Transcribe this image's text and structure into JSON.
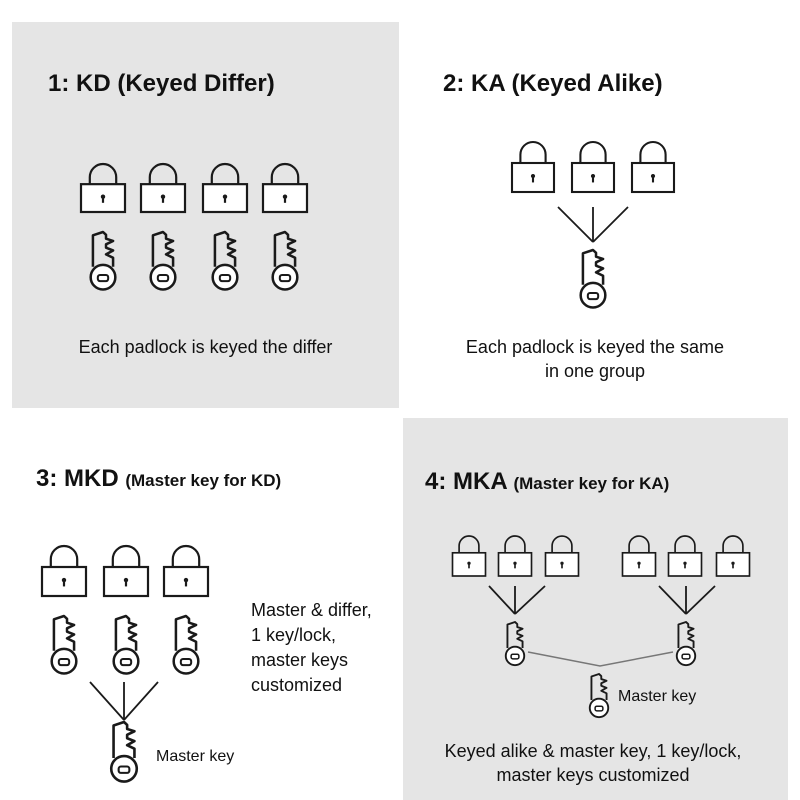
{
  "panels": [
    {
      "title_num": "1: KD",
      "title_sub": "(Keyed Differ)",
      "caption": "Each padlock is keyed the differ"
    },
    {
      "title_num": "2: KA",
      "title_sub": "(Keyed Alike)",
      "caption_line1": "Each padlock is keyed the same",
      "caption_line2": "in one group"
    },
    {
      "title_num": "3: MKD",
      "title_sub": "(Master key for KD)",
      "note_lines": [
        "Master & differ,",
        "1 key/lock,",
        "master keys",
        "customized"
      ],
      "master_label": "Master key"
    },
    {
      "title_num": "4: MKA",
      "title_sub": "(Master key for KA)",
      "master_label": "Master key",
      "caption_line1": "Keyed alike & master key, 1 key/lock,",
      "caption_line2": "master keys customized"
    }
  ],
  "colors": {
    "panel_shade": "#e5e5e5",
    "stroke": "#1a1a1a",
    "connector": "#777777"
  },
  "icons": [
    "padlock-icon",
    "key-icon"
  ]
}
